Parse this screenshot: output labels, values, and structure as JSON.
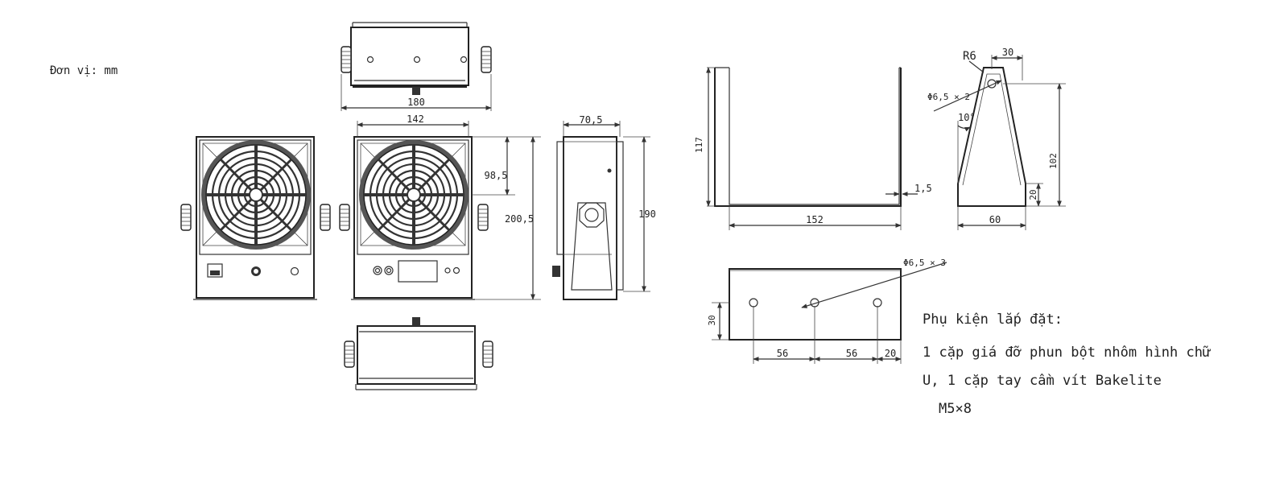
{
  "units_label": "Đơn vị: mm",
  "dimensions": {
    "top_width": "180",
    "front_width": "142",
    "fan_center_height": "98,5",
    "front_height": "200,5",
    "side_depth": "70,5",
    "side_height": "190",
    "bracket_height": "117",
    "bracket_thickness": "1,5",
    "bracket_width": "152",
    "radius": "R6",
    "arm_top_width": "30",
    "hole_spec_pair": "Φ6,5 × 2",
    "angle": "10°",
    "arm_height": "102",
    "arm_foot": "20",
    "arm_base": "60",
    "hole_spec_triple": "Φ6,5 × 3",
    "base_depth": "30",
    "hole_pitch_1": "56",
    "hole_pitch_2": "56",
    "hole_edge": "20"
  },
  "accessories": {
    "heading": "Phụ kiện lắp đặt:",
    "line1": "1 cặp giá đỡ phun bột nhôm hình chữ",
    "line2": "U, 1 cặp tay cầm vít Bakelite",
    "line3": "M5×8"
  },
  "colors": {
    "line": "#333333",
    "background": "#ffffff"
  }
}
